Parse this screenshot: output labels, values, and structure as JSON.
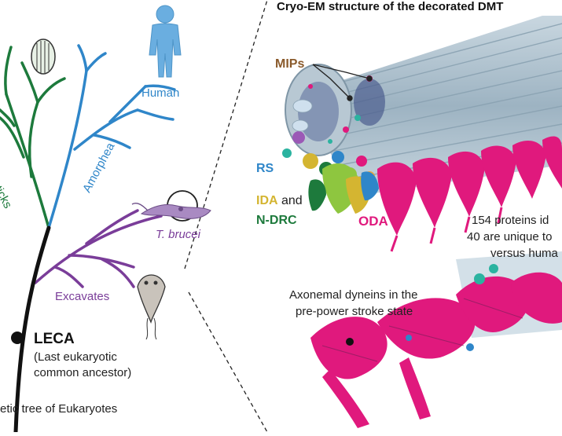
{
  "colors": {
    "opisthokont_green": "#1d7a3c",
    "amorphea_blue": "#2f86c9",
    "excavate_purple": "#7a3d99",
    "trunk_black": "#111111",
    "mips_brown": "#8a5a2b",
    "rs_blue": "#2f86c9",
    "ida_yellow": "#d4b531",
    "ndrc_green": "#1d7a3c",
    "oda_magenta": "#e0197d",
    "microtubule_gray": "#a9bfcc"
  },
  "tree": {
    "caption": "etic tree of Eukaryotes",
    "clades": {
      "diaphoretickes": "reticks",
      "amorphea": "Amorphea",
      "excavates": "Excavates"
    },
    "taxa": {
      "human": "Human",
      "trypanosome": "T. brucei"
    },
    "leca": {
      "short": "LECA",
      "long_line1": "(Last eukaryotic",
      "long_line2": "common ancestor)"
    },
    "icons": [
      "human-figure-icon",
      "diatom-icon",
      "trypanosome-icon",
      "excavate-protist-icon"
    ]
  },
  "structure": {
    "title": "Cryo-EM structure of the decorated DMT",
    "labels": {
      "mips": "MIPs",
      "rs": "RS",
      "ida": "IDA",
      "ida_and": " and",
      "ndrc": "N-DRC",
      "oda": "ODA"
    },
    "stats": {
      "line1": "154 proteins id",
      "line2": "40 are unique to",
      "line3": "versus huma"
    },
    "dynein_note": {
      "line1": "Axonemal dyneins in the",
      "line2": "pre-power stroke state"
    }
  }
}
